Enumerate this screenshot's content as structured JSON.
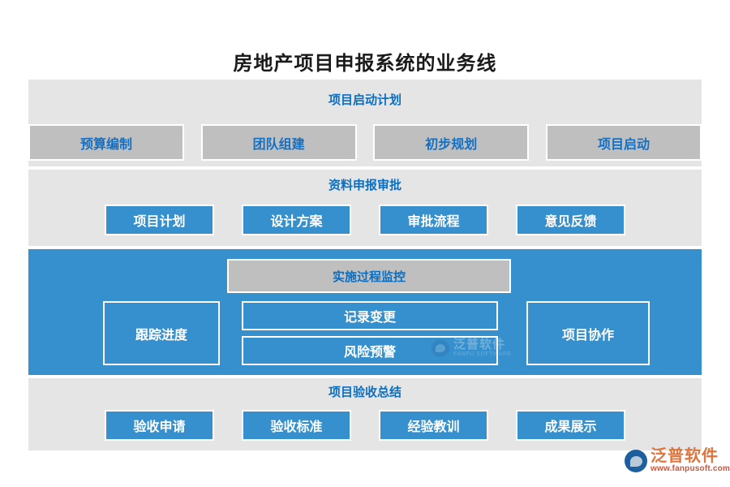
{
  "page": {
    "title": "房地产项目申报系统的业务线",
    "background_color": "#ffffff"
  },
  "colors": {
    "panel_gray": "#e5e5e5",
    "card_gray": "#bfbfbf",
    "brand_blue": "#3590cd",
    "heading_blue": "#0a6fc2",
    "card_text_blue": "#1270c6",
    "card_text_white": "#ffffff",
    "logo_orange": "#e2733a",
    "logo_red": "#d1543a"
  },
  "sections": [
    {
      "id": "launch",
      "heading": "项目启动计划",
      "style": "gray",
      "cards": [
        {
          "label": "预算编制"
        },
        {
          "label": "团队组建"
        },
        {
          "label": "初步规划"
        },
        {
          "label": "项目启动"
        }
      ]
    },
    {
      "id": "approval",
      "heading": "资料申报审批",
      "style": "gray",
      "cards": [
        {
          "label": "项目计划"
        },
        {
          "label": "设计方案"
        },
        {
          "label": "审批流程"
        },
        {
          "label": "意见反馈"
        }
      ]
    },
    {
      "id": "monitor",
      "heading": "实施过程监控",
      "style": "blue",
      "cards": [
        {
          "label": "跟踪进度"
        },
        {
          "label": "记录变更"
        },
        {
          "label": "风险预警"
        },
        {
          "label": "项目协作"
        }
      ]
    },
    {
      "id": "accept",
      "heading": "项目验收总结",
      "style": "gray",
      "cards": [
        {
          "label": "验收申请"
        },
        {
          "label": "验收标准"
        },
        {
          "label": "经验教训"
        },
        {
          "label": "成果展示"
        }
      ]
    }
  ],
  "watermark": {
    "cn": "泛普软件",
    "en": "FANPU SOFTWARE"
  },
  "brand_logo": {
    "cn": "泛普软件",
    "url": "www.fanpusoft.com"
  }
}
